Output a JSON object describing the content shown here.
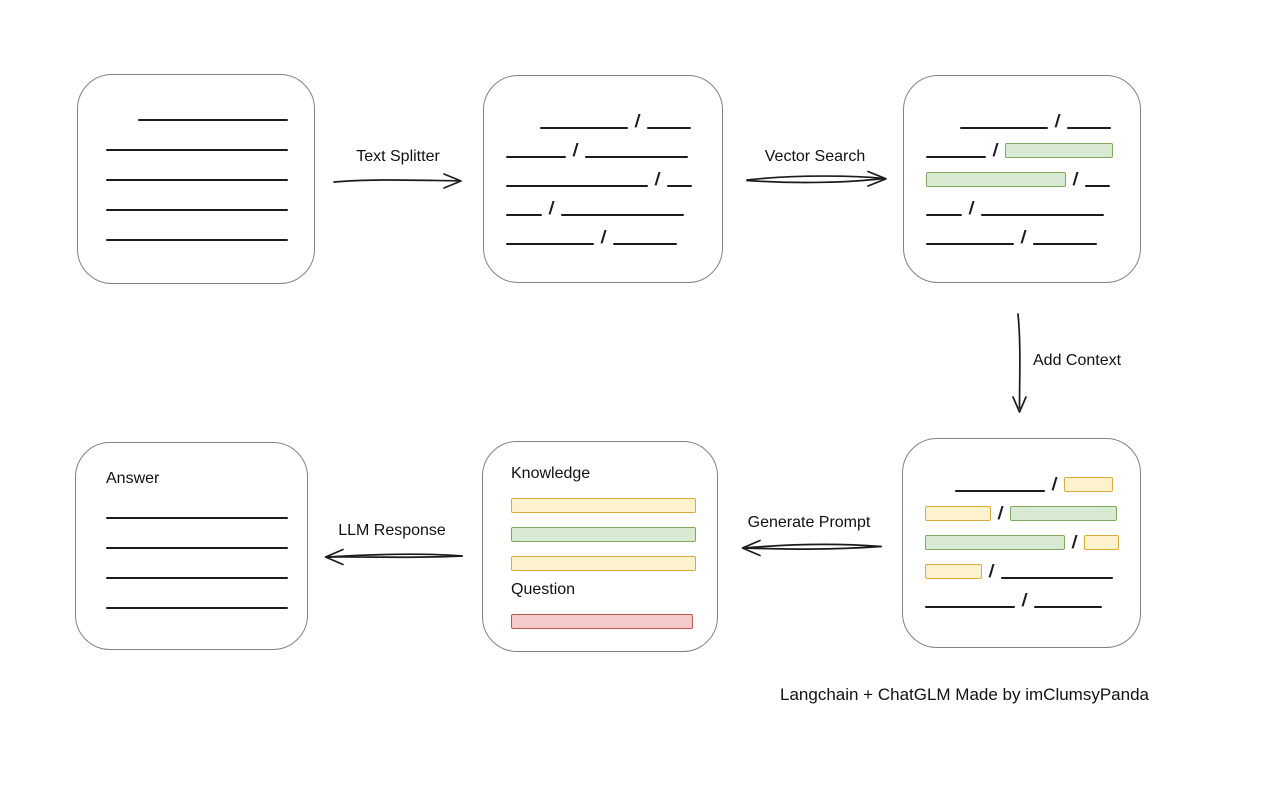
{
  "caption": "Langchain + ChatGLM Made by imClumsyPanda",
  "colors": {
    "line": "#1c1c1c",
    "box_border": "#828282",
    "green_fill": "#d9ead3",
    "green_border": "#7fa95f",
    "yellow_fill": "#fdf2ce",
    "yellow_border": "#d8ab3c",
    "red_fill": "#f4cbca",
    "red_border": "#bb5a52"
  },
  "arrows": {
    "text_splitter": {
      "label": "Text Splitter",
      "direction": "right"
    },
    "vector_search": {
      "label": "Vector Search",
      "direction": "right"
    },
    "add_context": {
      "label": "Add Context",
      "direction": "down"
    },
    "generate_prompt": {
      "label": "Generate Prompt",
      "direction": "left"
    },
    "llm_response": {
      "label": "LLM Response",
      "direction": "left"
    }
  },
  "boxes": {
    "document": {
      "rows": [
        {
          "indent": 32,
          "segments": [
            {
              "t": "line",
              "w": 150
            }
          ]
        },
        {
          "segments": [
            {
              "t": "line",
              "w": 182
            }
          ]
        },
        {
          "segments": [
            {
              "t": "line",
              "w": 182
            }
          ]
        },
        {
          "segments": [
            {
              "t": "line",
              "w": 182
            }
          ]
        },
        {
          "segments": [
            {
              "t": "line",
              "w": 182
            }
          ]
        }
      ]
    },
    "chunks": {
      "rows": [
        {
          "indent": 34,
          "segments": [
            {
              "t": "line",
              "w": 88
            },
            {
              "t": "slash"
            },
            {
              "t": "line",
              "w": 44
            }
          ]
        },
        {
          "segments": [
            {
              "t": "line",
              "w": 60
            },
            {
              "t": "slash"
            },
            {
              "t": "line",
              "w": 103
            }
          ]
        },
        {
          "segments": [
            {
              "t": "line",
              "w": 142
            },
            {
              "t": "slash"
            },
            {
              "t": "line",
              "w": 25
            }
          ]
        },
        {
          "segments": [
            {
              "t": "line",
              "w": 36
            },
            {
              "t": "slash"
            },
            {
              "t": "line",
              "w": 123
            }
          ]
        },
        {
          "segments": [
            {
              "t": "line",
              "w": 88
            },
            {
              "t": "slash"
            },
            {
              "t": "line",
              "w": 64
            }
          ]
        }
      ]
    },
    "retrieved": {
      "rows": [
        {
          "indent": 34,
          "segments": [
            {
              "t": "line",
              "w": 88
            },
            {
              "t": "slash"
            },
            {
              "t": "line",
              "w": 44
            }
          ]
        },
        {
          "segments": [
            {
              "t": "line",
              "w": 60
            },
            {
              "t": "slash"
            },
            {
              "t": "chunk",
              "color": "green",
              "w": 106
            }
          ]
        },
        {
          "segments": [
            {
              "t": "chunk",
              "color": "green",
              "w": 138
            },
            {
              "t": "slash"
            },
            {
              "t": "line",
              "w": 25
            }
          ]
        },
        {
          "segments": [
            {
              "t": "line",
              "w": 36
            },
            {
              "t": "slash"
            },
            {
              "t": "line",
              "w": 123
            }
          ]
        },
        {
          "segments": [
            {
              "t": "line",
              "w": 88
            },
            {
              "t": "slash"
            },
            {
              "t": "line",
              "w": 64
            }
          ]
        }
      ]
    },
    "context": {
      "rows": [
        {
          "indent": 30,
          "segments": [
            {
              "t": "line",
              "w": 90
            },
            {
              "t": "slash"
            },
            {
              "t": "chunk",
              "color": "yellow",
              "w": 47
            }
          ]
        },
        {
          "segments": [
            {
              "t": "chunk",
              "color": "yellow",
              "w": 64
            },
            {
              "t": "slash"
            },
            {
              "t": "chunk",
              "color": "green",
              "w": 105
            }
          ]
        },
        {
          "segments": [
            {
              "t": "chunk",
              "color": "green",
              "w": 138
            },
            {
              "t": "slash"
            },
            {
              "t": "chunk",
              "color": "yellow",
              "w": 33
            }
          ]
        },
        {
          "segments": [
            {
              "t": "chunk",
              "color": "yellow",
              "w": 55
            },
            {
              "t": "slash"
            },
            {
              "t": "line",
              "w": 112
            }
          ]
        },
        {
          "segments": [
            {
              "t": "line",
              "w": 90
            },
            {
              "t": "slash"
            },
            {
              "t": "line",
              "w": 68
            }
          ]
        }
      ]
    },
    "prompt": {
      "rows": [
        {
          "segments": [
            {
              "t": "label",
              "text": "Knowledge"
            }
          ]
        },
        {
          "segments": [
            {
              "t": "chunk",
              "color": "yellow",
              "w": 183
            }
          ]
        },
        {
          "segments": [
            {
              "t": "chunk",
              "color": "green",
              "w": 183
            }
          ]
        },
        {
          "segments": [
            {
              "t": "chunk",
              "color": "yellow",
              "w": 183
            }
          ]
        },
        {
          "segments": [
            {
              "t": "label",
              "text": "Question"
            }
          ]
        },
        {
          "segments": [
            {
              "t": "chunk",
              "color": "red",
              "w": 180
            }
          ]
        }
      ]
    },
    "answer": {
      "rows": [
        {
          "segments": [
            {
              "t": "label",
              "text": "Answer"
            }
          ]
        },
        {
          "segments": [
            {
              "t": "line",
              "w": 182
            }
          ]
        },
        {
          "segments": [
            {
              "t": "line",
              "w": 182
            }
          ]
        },
        {
          "segments": [
            {
              "t": "line",
              "w": 182
            }
          ]
        },
        {
          "segments": [
            {
              "t": "line",
              "w": 182
            }
          ]
        }
      ]
    }
  }
}
